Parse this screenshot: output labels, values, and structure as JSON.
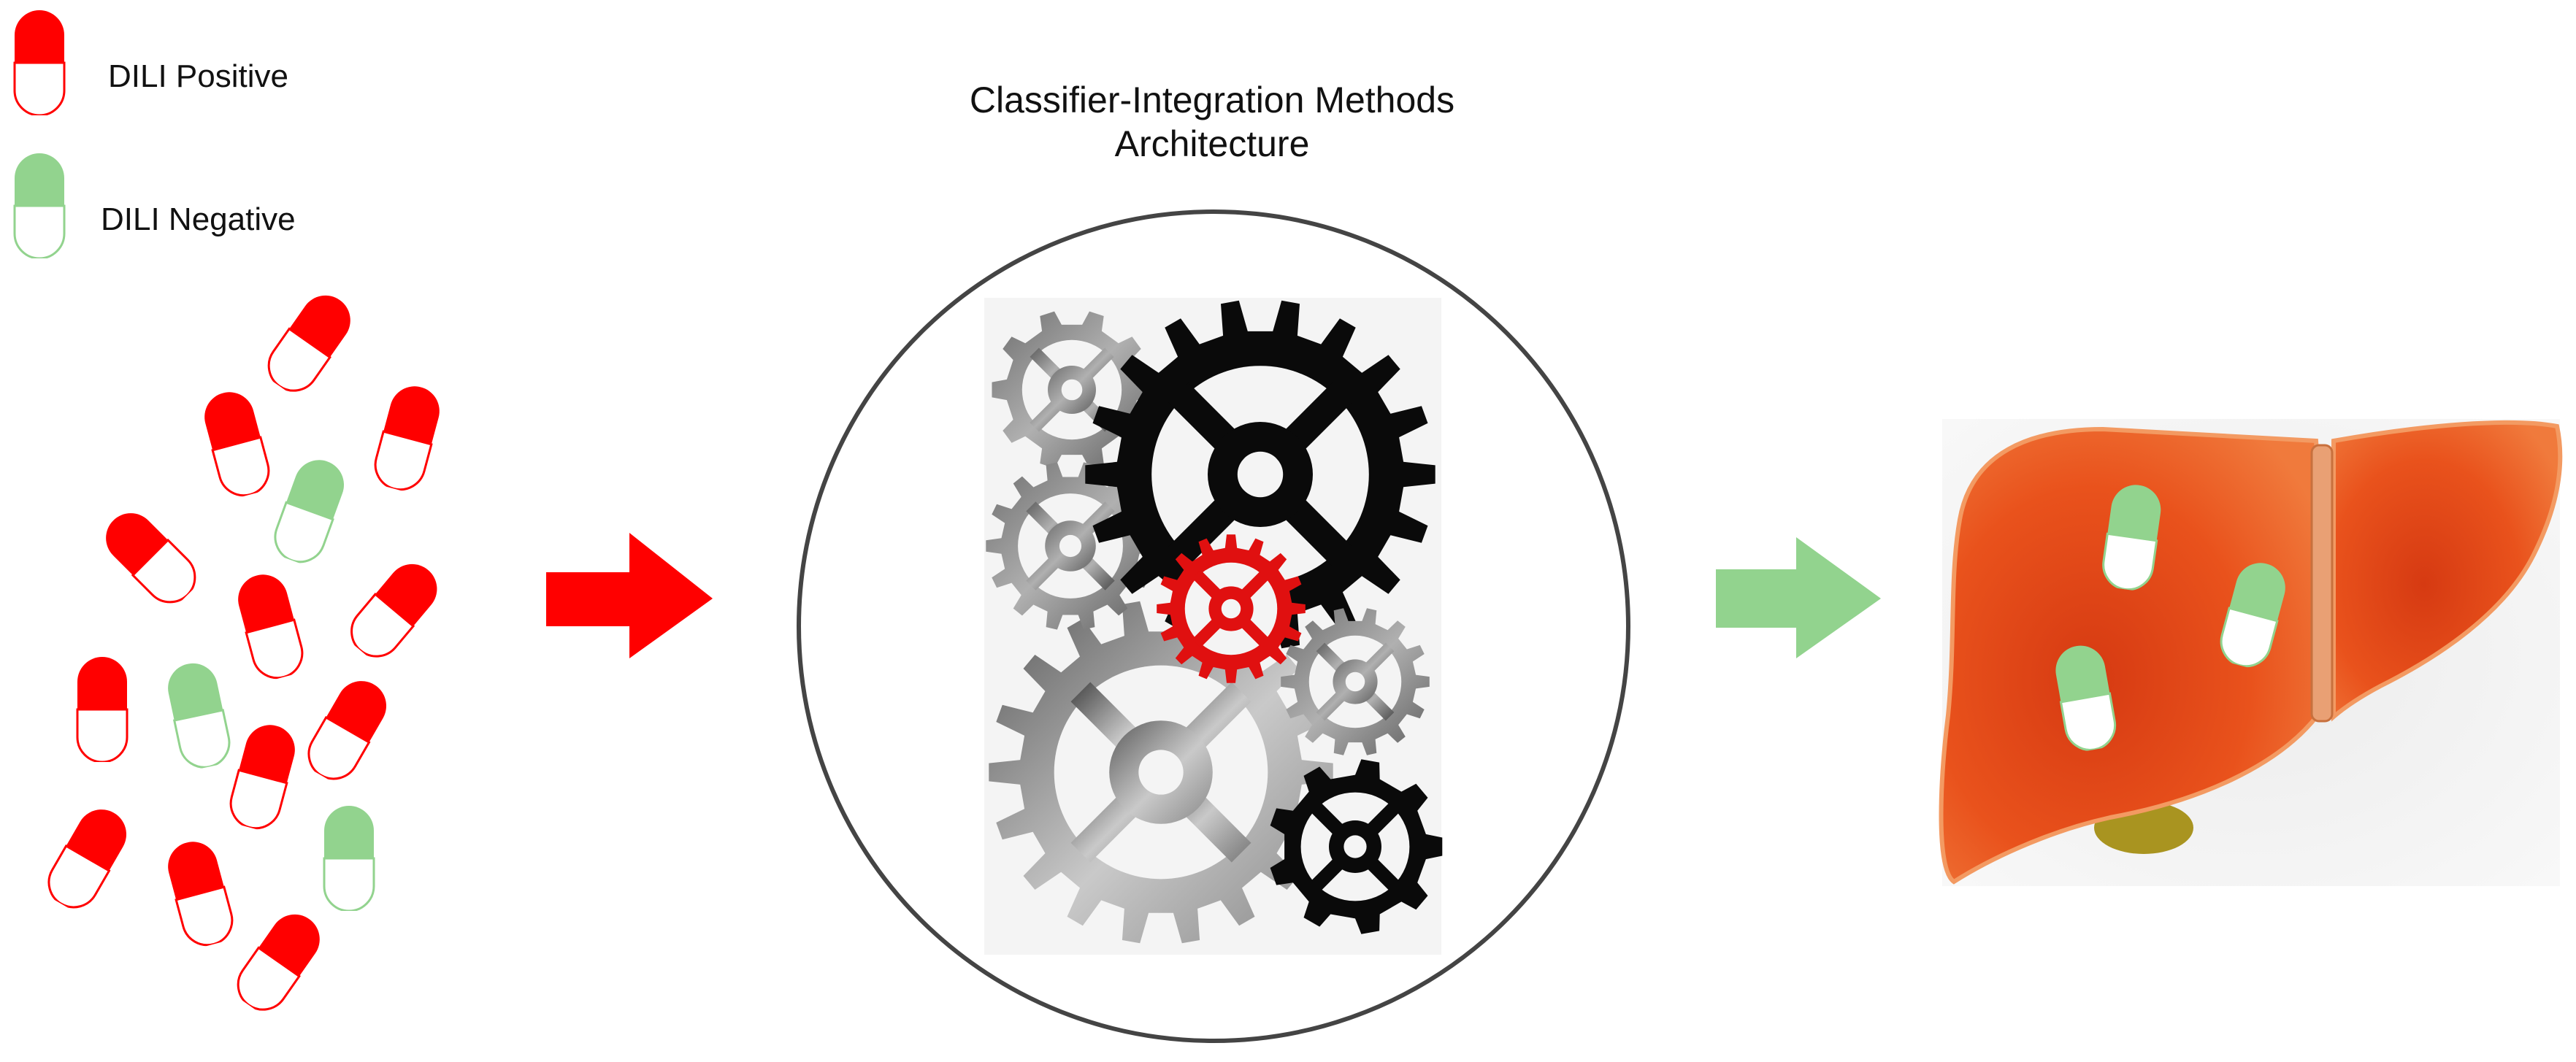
{
  "legend": {
    "positive_label": "DILI Positive",
    "negative_label": "DILI Negative"
  },
  "architecture": {
    "title_line_1": "Classifier-Integration Methods",
    "title_line_2": "Architecture"
  },
  "colors": {
    "positive": "#ff0000",
    "negative": "#92d38e",
    "positive_arrow": "#ff0000",
    "negative_arrow": "#92d38e",
    "liver": "#e8491a",
    "circle_stroke": "#444444",
    "gear_black": "#0a0a0a",
    "gear_gray": "#8a8a8a",
    "gear_red": "#e01010"
  },
  "icons": {
    "input_arrow": "right-arrow-icon",
    "output_arrow": "right-arrow-icon",
    "pill": "capsule-icon",
    "gear": "gear-icon",
    "liver": "liver-icon"
  }
}
